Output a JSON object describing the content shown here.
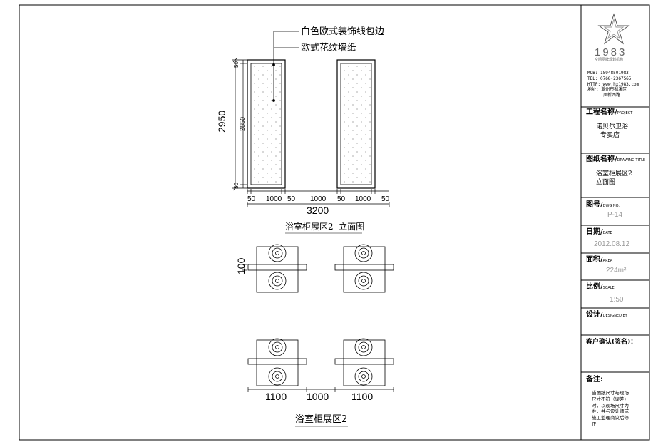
{
  "annotations": {
    "trim_label": "白色欧式装饰线包边",
    "wallpaper_label": "欧式花纹墙纸"
  },
  "elevation": {
    "title": "浴室柜展区2  立面图",
    "height_total": "2950",
    "height_inner": "2850",
    "border_top": "50",
    "border_bottom": "50",
    "width_segments": [
      "50",
      "1000",
      "50",
      "1000",
      "50",
      "1000",
      "50"
    ],
    "width_total": "3200"
  },
  "plan": {
    "title": "浴室柜展区2",
    "depth_dim": "100",
    "width_segments": [
      "1100",
      "1000",
      "1100"
    ]
  },
  "title_block": {
    "logo_text": "1983",
    "logo_subtitle": "空间品牌规划机构",
    "contact": {
      "mob": "MOB: 18948501983",
      "tel": "TEL: 0768-2367565",
      "http": "HTTP: www.hx1983.com",
      "addr_line1": "地址: 潮州市枫溪区",
      "addr_line2": "凤新西路"
    },
    "project": {
      "label": "工程名称/",
      "label_en": "PROJECT",
      "value_line1": "诺贝尔卫浴",
      "value_line2": "专卖店"
    },
    "drawing": {
      "label": "图纸名称/",
      "label_en": "DRAWING TITLE",
      "value_line1": "浴室柜展区2",
      "value_line2": "立面图"
    },
    "number": {
      "label": "图号/",
      "label_en": "DWG NO.",
      "value": "P-14"
    },
    "date": {
      "label": "日期/",
      "label_en": "DATE",
      "value": "2012.08.12"
    },
    "area": {
      "label": "面积/",
      "label_en": "AREA",
      "value": "224m²"
    },
    "scale": {
      "label": "比例/",
      "label_en": "SCALE",
      "value": "1:50"
    },
    "designer": {
      "label": "设计/",
      "label_en": "DESIGNED BY"
    },
    "client": {
      "label": "客户确认(签名)："
    },
    "notes": {
      "label": "备注:",
      "text": "当图纸尺寸与现场尺寸不符（误差）时，以现场尺寸为准，并与设计师或施工监理商议后修正"
    }
  }
}
